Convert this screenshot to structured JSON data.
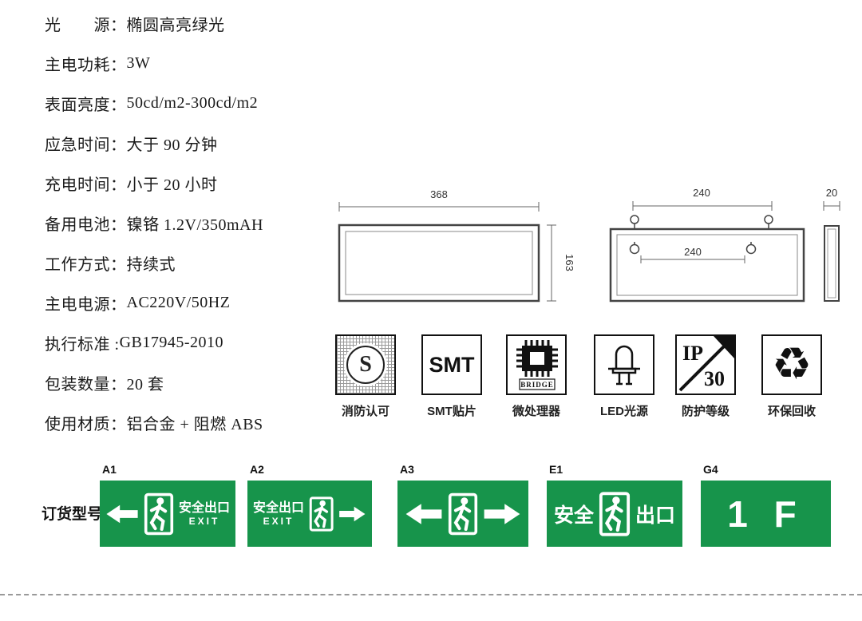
{
  "specs": [
    {
      "label": "光　　源：",
      "value": "椭圆高亮绿光"
    },
    {
      "label": "主电功耗：",
      "value": "3W"
    },
    {
      "label": "表面亮度：",
      "value": "50cd/m2-300cd/m2"
    },
    {
      "label": "应急时间：",
      "value": "大于 90 分钟"
    },
    {
      "label": "充电时间：",
      "value": "小于 20 小时"
    },
    {
      "label": "备用电池：",
      "value": "镍铬 1.2V/350mAH"
    },
    {
      "label": "工作方式：",
      "value": "持续式"
    },
    {
      "label": "主电电源：",
      "value": "AC220V/50HZ"
    },
    {
      "label": "执行标准 :",
      "value": "GB17945-2010"
    },
    {
      "label": "包装数量：",
      "value": "20 套"
    },
    {
      "label": "使用材质：",
      "value": "铝合金 + 阻燃 ABS"
    }
  ],
  "drawings": {
    "front_width": "368",
    "front_height": "163",
    "side_width": "240",
    "side_hole_spacing": "240",
    "side_thickness": "20"
  },
  "certifications": [
    {
      "name": "fire-approval",
      "label": "消防认可",
      "mark": "S"
    },
    {
      "name": "smt",
      "label": "SMT贴片",
      "mark": "SMT"
    },
    {
      "name": "microprocessor",
      "label": "微处理器",
      "mark": "BRIDGE"
    },
    {
      "name": "led-source",
      "label": "LED光源"
    },
    {
      "name": "ip-rating",
      "label": "防护等级",
      "mark_top": "IP",
      "mark_bottom": "30"
    },
    {
      "name": "recycle",
      "label": "环保回收",
      "glyph": "♻"
    }
  ],
  "order": {
    "label": "订货型号：",
    "models": [
      {
        "code": "A1",
        "text": "安全出口",
        "subtext": "EXIT"
      },
      {
        "code": "A2",
        "text": "安全出口",
        "subtext": "EXIT"
      },
      {
        "code": "A3"
      },
      {
        "code": "E1",
        "left_text": "安全",
        "right_text": "出口"
      },
      {
        "code": "G4",
        "text": "1 F"
      }
    ]
  },
  "colors": {
    "sign_green": "#17944B",
    "ink": "#111111"
  }
}
